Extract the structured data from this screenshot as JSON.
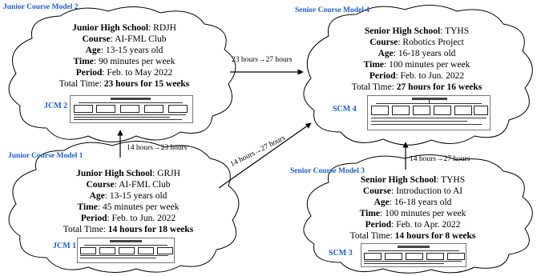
{
  "models": [
    {
      "id": "jcm2",
      "title": "Junior Course Model 2",
      "code": "JCM 2",
      "school_label": "Junior High School",
      "school": ": RDJH",
      "course_label": "Course",
      "course": ": AI-FML Club",
      "age_label": "Age",
      "age": ": 13-15 years old",
      "time_label": "Time",
      "time": ": 90 minutes per week",
      "period_label": "Period",
      "period": ": Feb. to May 2022",
      "total_label": "Total Time: ",
      "total": "23 hours for 15 weeks"
    },
    {
      "id": "jcm1",
      "title": "Junior Course Model 1",
      "code": "JCM 1",
      "school_label": "Junior High School",
      "school": ": GRJH",
      "course_label": "Course",
      "course": ": AI-FML Club",
      "age_label": "Age",
      "age": ": 13-15 years old",
      "time_label": "Time",
      "time": ": 45 minutes per week",
      "period_label": "Period",
      "period": ": Feb. to Jun. 2022",
      "total_label": "Total Time: ",
      "total": "14 hours for 18 weeks"
    },
    {
      "id": "scm4",
      "title": "Senior Course Model 4",
      "code": "SCM 4",
      "school_label": "Senior High School",
      "school": ": TYHS",
      "course_label": "Course",
      "course": ": Robotics Project",
      "age_label": "Age",
      "age": ": 16-18 years old",
      "time_label": "Time",
      "time": ": 100 minutes per week",
      "period_label": "Period",
      "period": ": Feb. to Jun. 2022",
      "total_label": "Total Time: ",
      "total": "27 hours for 16 weeks"
    },
    {
      "id": "scm3",
      "title": "Senior Course Model 3",
      "code": "SCM 3",
      "school_label": "Senior High School",
      "school": ": TYHS",
      "course_label": "Course",
      "course": ": Introduction to AI",
      "age_label": "Age",
      "age": ": 16-18 years old",
      "time_label": "Time",
      "time": ": 100 minutes per week",
      "period_label": "Period",
      "period": ": Feb. to Apr. 2022",
      "total_label": "Total Time: ",
      "total": "14 hours for 8 weeks"
    }
  ],
  "edges": [
    {
      "id": "jcm1-jcm2",
      "label": "14 hours→23 hours"
    },
    {
      "id": "jcm2-scm4",
      "label": "23 hours→27 hours"
    },
    {
      "id": "jcm1-scm4",
      "label": "14 hours→27 hours"
    },
    {
      "id": "scm3-scm4",
      "label": "14 hours→27 hours"
    }
  ],
  "colors": {
    "title": "#1f5fcf",
    "line": "#000000"
  }
}
